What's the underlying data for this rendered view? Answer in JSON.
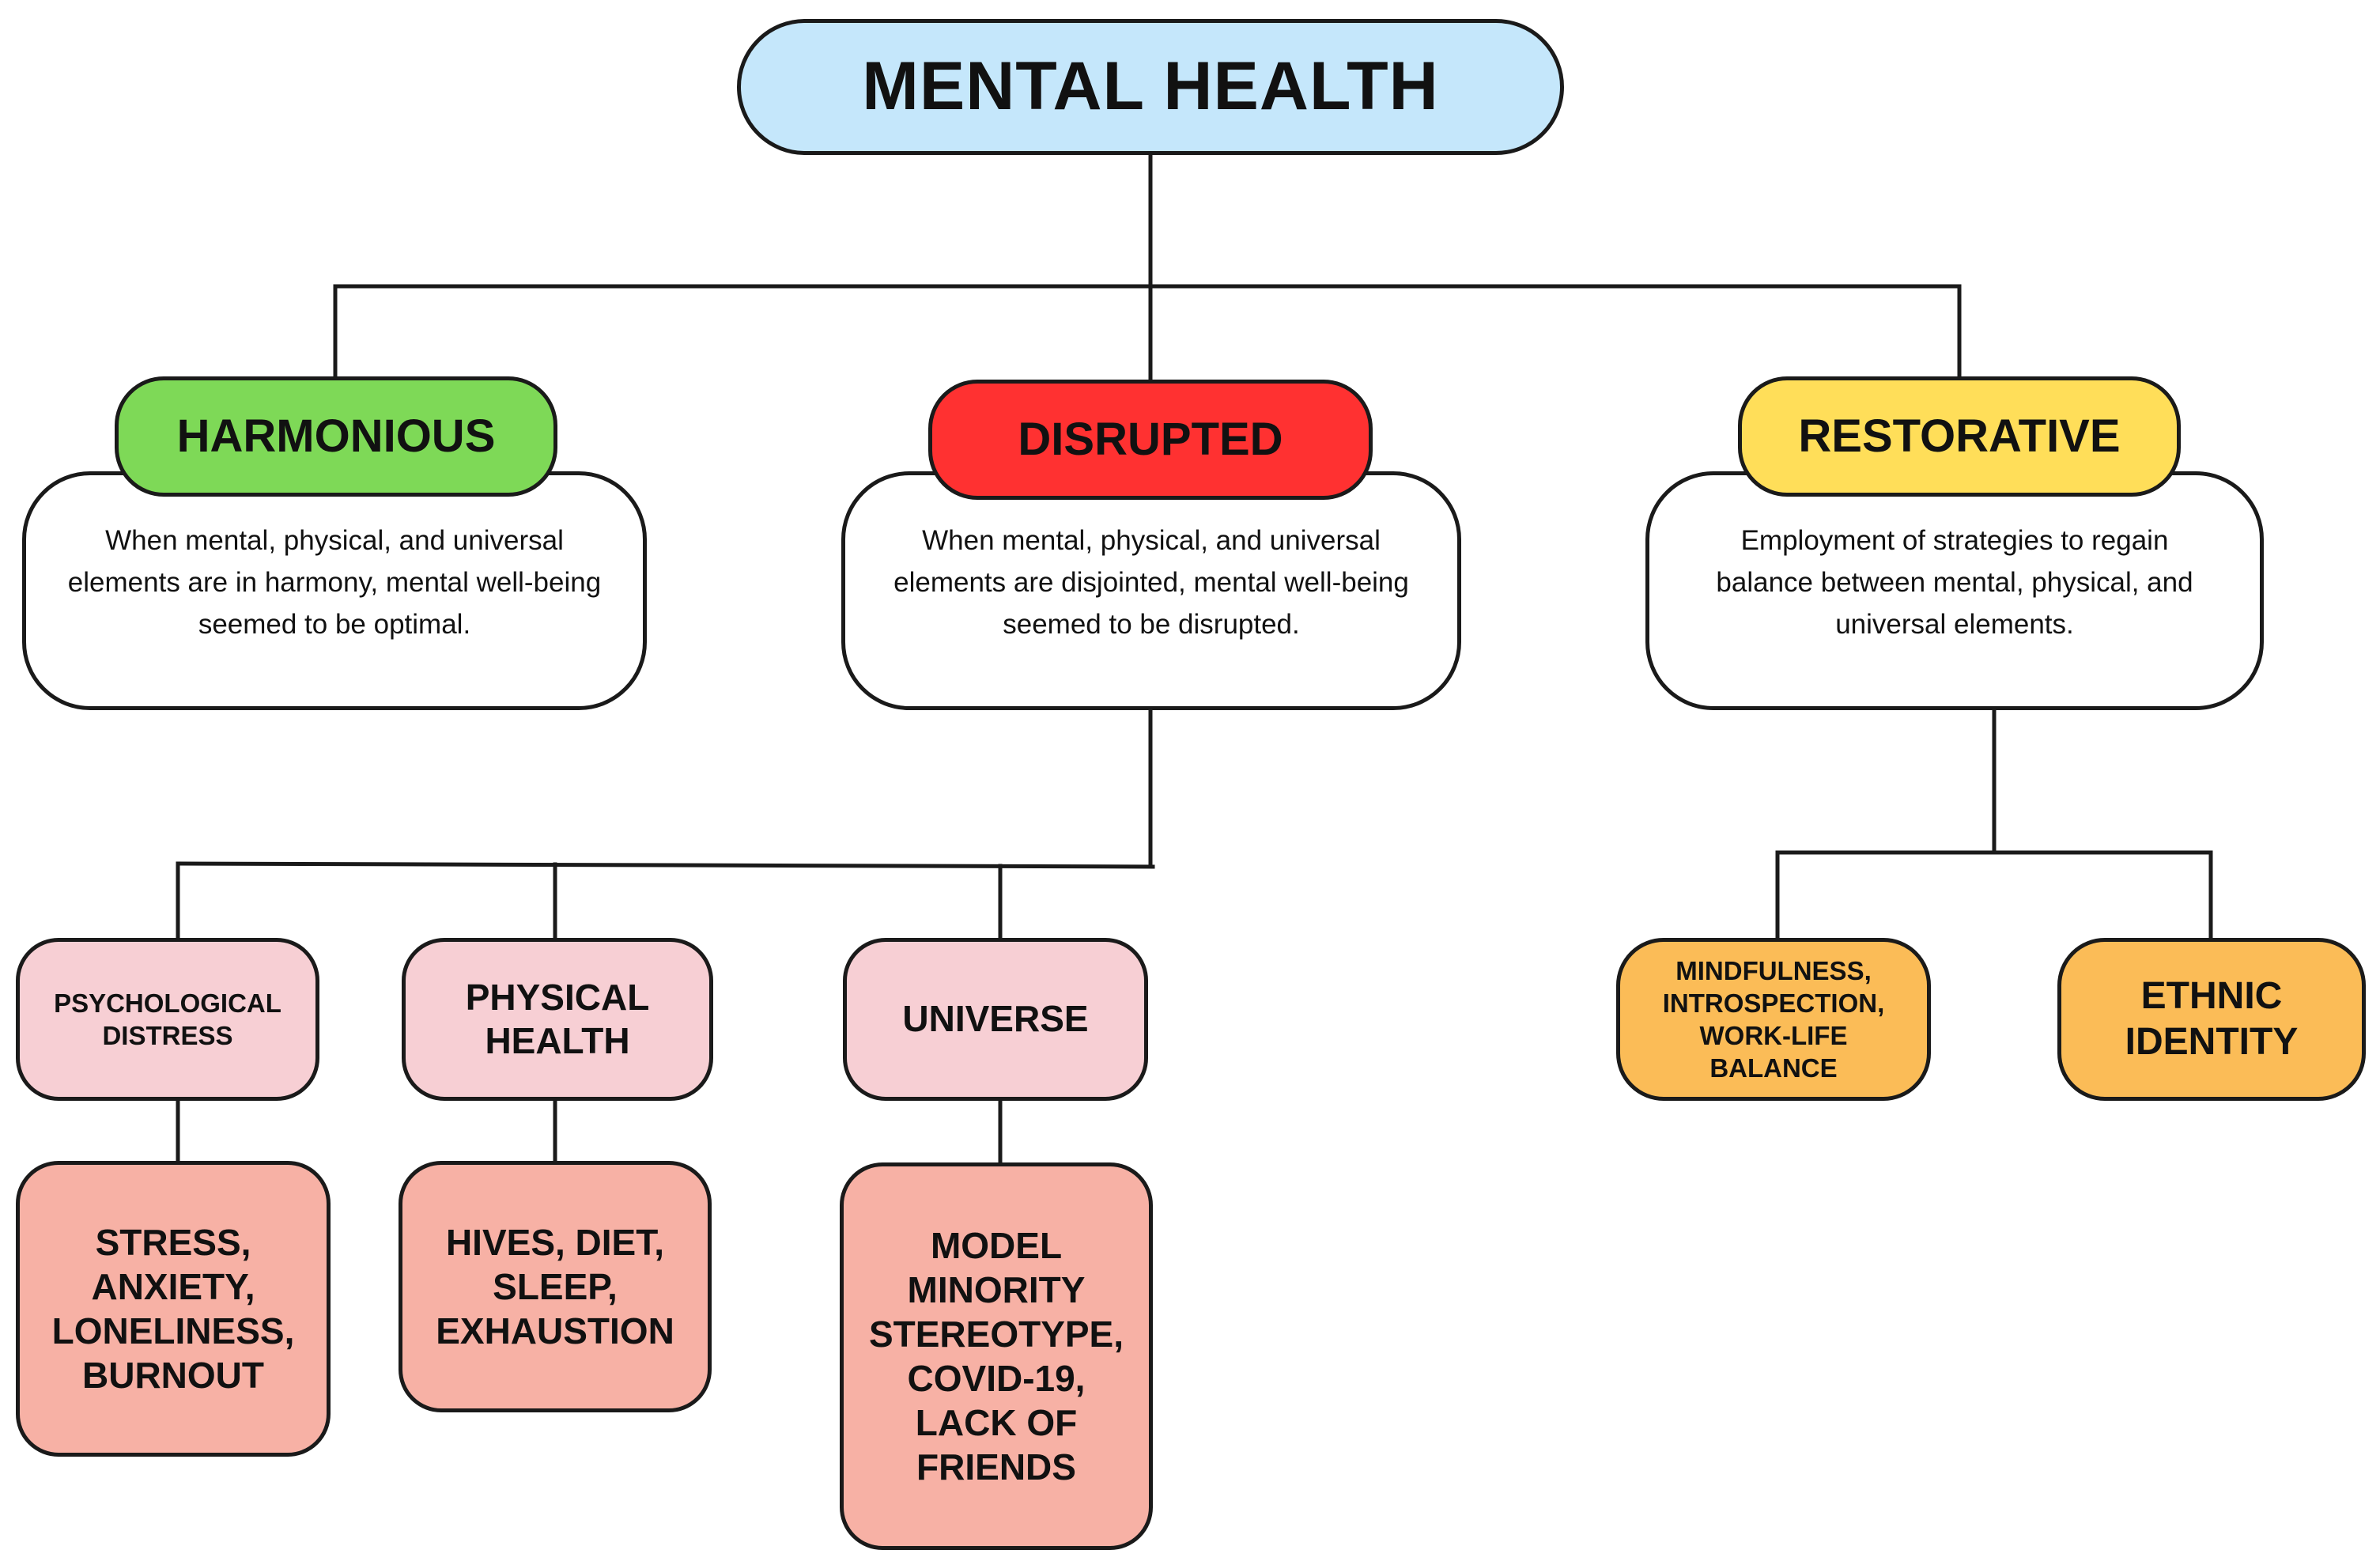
{
  "root": {
    "label": "MENTAL HEALTH",
    "color": "#c5e7fb"
  },
  "categories": [
    {
      "label": "HARMONIOUS",
      "color": "#7ed957",
      "description": "When mental, physical, and universal elements are in harmony, mental well-being seemed to be optimal."
    },
    {
      "label": "DISRUPTED",
      "color": "#ff3131",
      "description": "When mental, physical, and universal elements are disjointed, mental well-being seemed to be disrupted."
    },
    {
      "label": "RESTORATIVE",
      "color": "#ffde59",
      "description": "Employment of strategies to regain balance between mental, physical, and universal elements."
    }
  ],
  "disrupted_children": [
    {
      "label": "PSYCHOLOGICAL DISTRESS",
      "detail": "STRESS, ANXIETY, LONELINESS, BURNOUT"
    },
    {
      "label": "PHYSICAL HEALTH",
      "detail": "HIVES, DIET, SLEEP, EXHAUSTION"
    },
    {
      "label": "UNIVERSE",
      "detail": "MODEL MINORITY STEREOTYPE, COVID-19, LACK OF FRIENDS"
    }
  ],
  "restorative_children": [
    {
      "label": "MINDFULNESS, INTROSPECTION, WORK-LIFE BALANCE"
    },
    {
      "label": "ETHNIC IDENTITY"
    }
  ],
  "colors": {
    "sub": "#f7cfd4",
    "detail": "#f7b1a5",
    "strategy": "#fbbc57",
    "line": "#1a1a1a"
  }
}
